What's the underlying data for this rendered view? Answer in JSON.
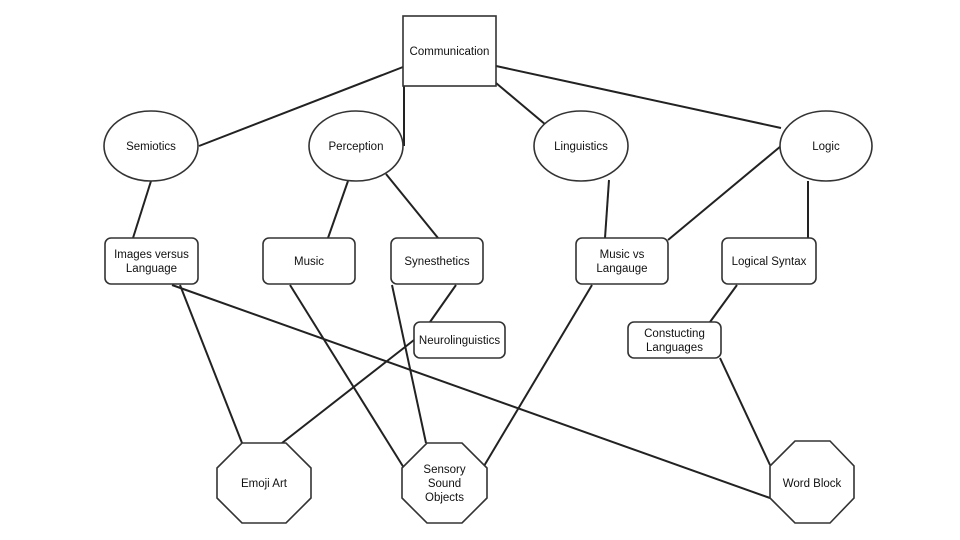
{
  "nodes": {
    "communication": "Communication",
    "semiotics": "Semiotics",
    "perception": "Perception",
    "linguistics": "Linguistics",
    "logic": "Logic",
    "images_vs_language": [
      "Images versus",
      "Language"
    ],
    "music": "Music",
    "synesthetics": "Synesthetics",
    "music_vs_language": [
      "Music vs",
      "Langauge"
    ],
    "logical_syntax": "Logical Syntax",
    "neurolinguistics": "Neurolinguistics",
    "constructing_languages": [
      "Constucting",
      "Languages"
    ],
    "emoji_art": "Emoji Art",
    "sensory_sound_objects": [
      "Sensory",
      "Sound",
      "Objects"
    ],
    "word_block": "Word Block"
  },
  "colors": {
    "line": "#222222",
    "border": "#333333",
    "fill": "#ffffff",
    "text": "#111111"
  }
}
